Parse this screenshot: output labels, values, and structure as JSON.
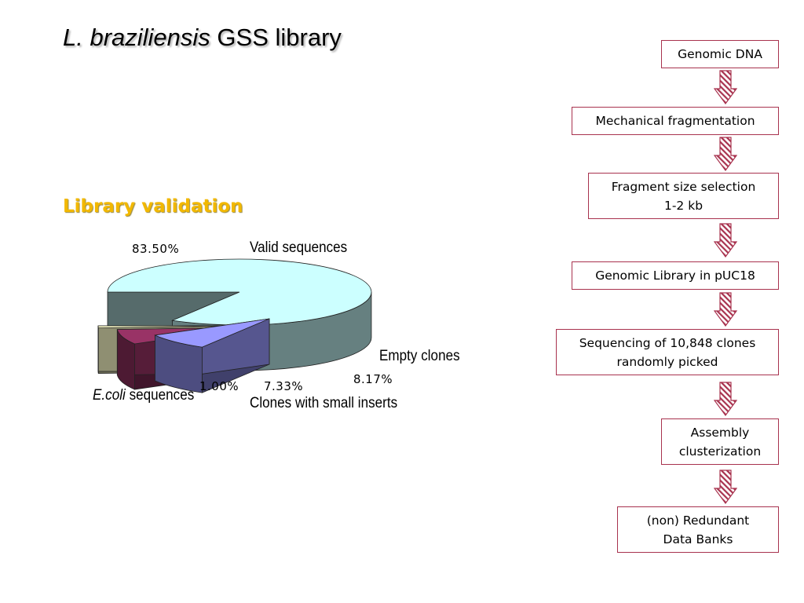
{
  "title": {
    "italic_part": "L. braziliensis",
    "rest": " GSS library"
  },
  "section_heading": "Library validation",
  "chart_data": {
    "type": "pie",
    "style": "3d-exploded",
    "slices": [
      {
        "label": "Valid sequences",
        "value": 83.5,
        "value_label": "83.50%",
        "color": "#ccffff"
      },
      {
        "label": "Empty clones",
        "value": 8.17,
        "value_label": "8.17%",
        "color": "#9999ff"
      },
      {
        "label": "Clones with small inserts",
        "value": 7.33,
        "value_label": "7.33%",
        "color": "#993366"
      },
      {
        "label_italic": "E.coli",
        "label_rest": " sequences",
        "value": 1.0,
        "value_label": "1.00%",
        "color": "#ffffcc"
      }
    ]
  },
  "flowchart": {
    "steps": [
      {
        "lines": [
          "Genomic DNA"
        ]
      },
      {
        "lines": [
          "Mechanical fragmentation"
        ]
      },
      {
        "lines": [
          "Fragment size selection",
          "1-2 kb"
        ]
      },
      {
        "lines": [
          "Genomic Library  in pUC18"
        ]
      },
      {
        "lines": [
          "Sequencing of 10,848 clones",
          "randomly picked"
        ]
      },
      {
        "lines": [
          "Assembly",
          "clusterization"
        ]
      },
      {
        "lines": [
          "(non) Redundant",
          "Data Banks"
        ]
      }
    ],
    "border_color": "#a8324e",
    "arrow_color": "#a8324e"
  }
}
